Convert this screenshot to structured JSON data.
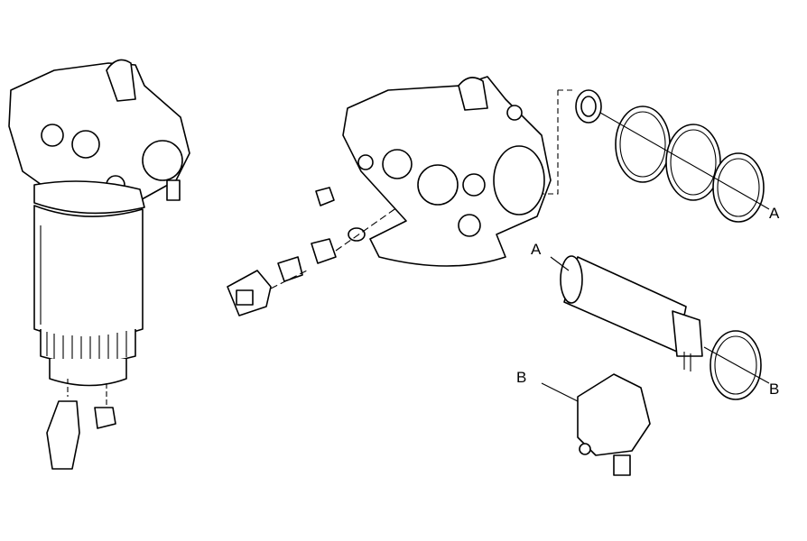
{
  "diagram": {
    "labels": {
      "ring_a": "A",
      "pump_a": "A",
      "cover_b": "B",
      "ring_b": "B"
    }
  }
}
